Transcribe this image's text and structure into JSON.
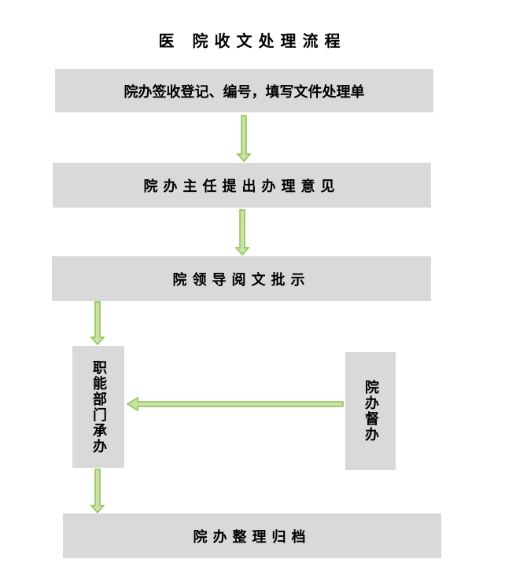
{
  "title": "医 院收文处理流程",
  "steps": {
    "register": "院办签收登记、编号，填写文件处理单",
    "director": "院办主任提出办理意见",
    "leader": "院领导阅文批示",
    "department": "职能部门承办",
    "supervise": "院办督办",
    "archive": "院办整理归档"
  },
  "colors": {
    "box_fill": "#d9d9d9",
    "arrow_fill": "#c9e3a4",
    "arrow_stroke": "#8bc057"
  }
}
